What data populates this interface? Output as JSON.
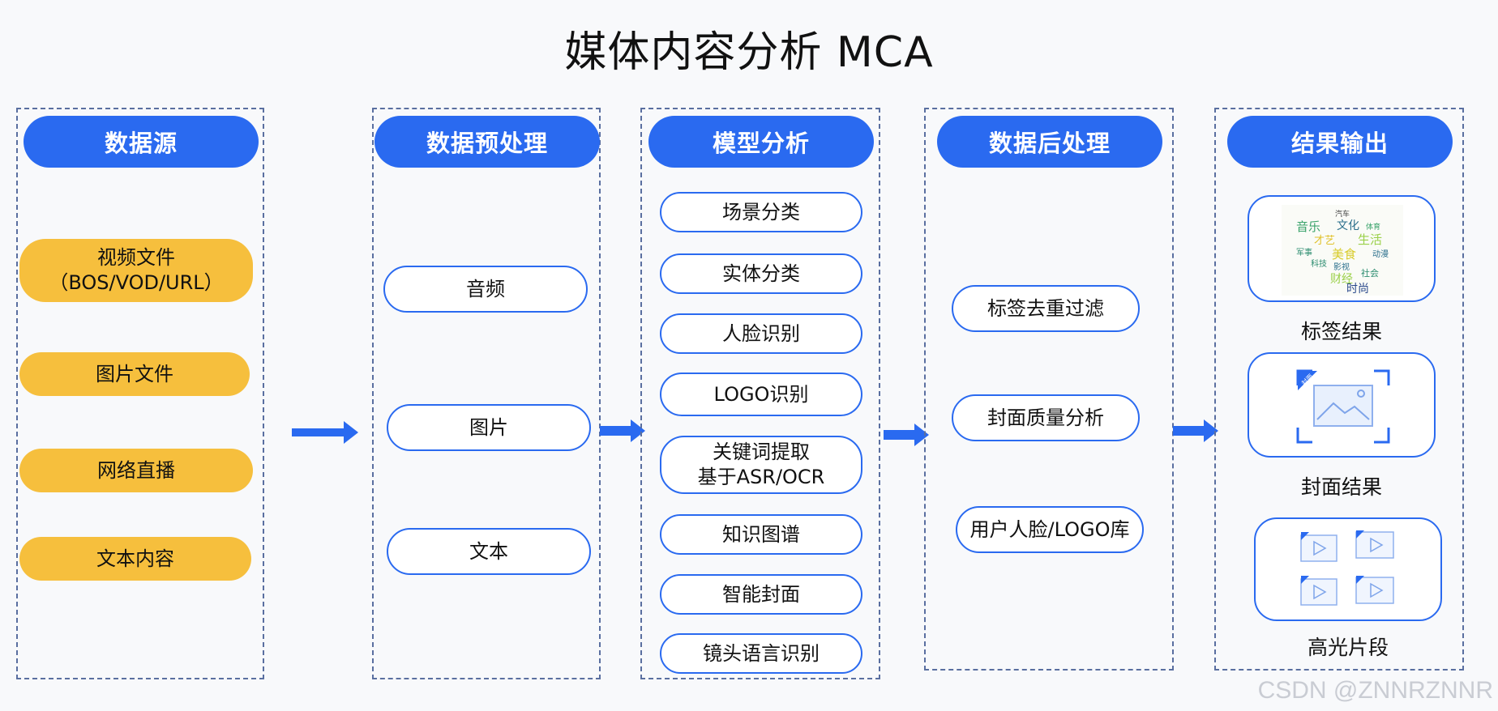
{
  "title": "媒体内容分析 MCA",
  "columns": {
    "source": {
      "header": "数据源",
      "items": [
        "视频文件\n（BOS/VOD/URL）",
        "图片文件",
        "网络直播",
        "文本内容"
      ]
    },
    "preprocess": {
      "header": "数据预处理",
      "items": [
        "音频",
        "图片",
        "文本"
      ]
    },
    "model": {
      "header": "模型分析",
      "items": [
        "场景分类",
        "实体分类",
        "人脸识别",
        "LOGO识别",
        "关键词提取\n基于ASR/OCR",
        "知识图谱",
        "智能封面",
        "镜头语言识别"
      ]
    },
    "postprocess": {
      "header": "数据后处理",
      "items": [
        "标签去重过滤",
        "封面质量分析",
        "用户人脸/LOGO库"
      ]
    },
    "output": {
      "header": "结果输出",
      "items": [
        "标签结果",
        "封面结果",
        "高光片段"
      ],
      "word_cloud": [
        "音乐",
        "汽车",
        "文化",
        "体育",
        "才艺",
        "生活",
        "军事",
        "美食",
        "动漫",
        "科技",
        "影视",
        "财经",
        "社会",
        "时尚"
      ],
      "cover_badge": "封面"
    }
  },
  "watermark": "CSDN @ZNNRZNNR",
  "colors": {
    "accent_blue": "#2a6af0",
    "pill_yellow": "#f6bf3d",
    "dashed_border": "#5a6fa0"
  }
}
